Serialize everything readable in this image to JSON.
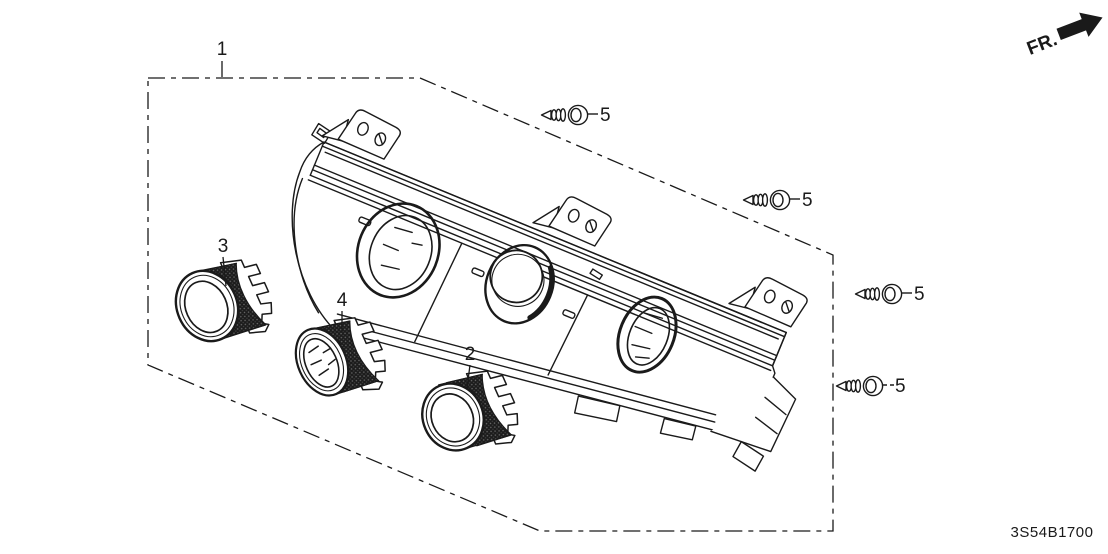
{
  "diagram": {
    "code": "3S54B1700",
    "fr_label": "FR.",
    "callouts": {
      "part1": "1",
      "part2": "2",
      "part3": "3",
      "part4": "4",
      "screws": [
        "5",
        "5",
        "5",
        "5"
      ]
    },
    "colors": {
      "line": "#1a1a1a",
      "background": "#ffffff"
    }
  }
}
